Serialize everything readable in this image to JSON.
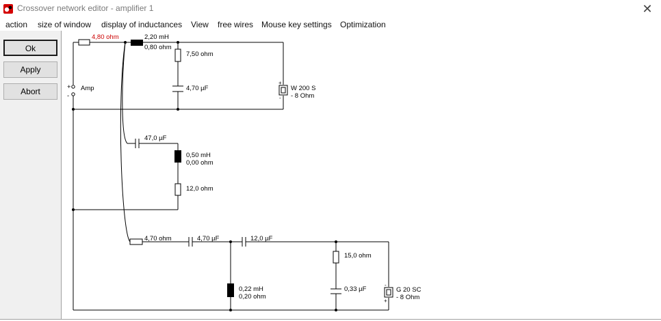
{
  "window": {
    "title": "Crossover network editor - amplifier 1",
    "close_glyph": "✕"
  },
  "menu": [
    "action",
    "size of window",
    "display of inductances",
    "View",
    "free wires",
    "Mouse key settings",
    "Optimization"
  ],
  "buttons": {
    "ok": "Ok",
    "apply": "Apply",
    "abort": "Abort"
  },
  "circuit": {
    "amp": {
      "label": "Amp",
      "plus": "+",
      "minus": "-"
    },
    "r_series": "4,80 ohm",
    "woofer_branch": {
      "l1_value": "2,20 mH",
      "l1_res": "0,80 ohm",
      "r": "7,50 ohm",
      "c": "4,70 µF",
      "speaker_name": "W 200 S",
      "speaker_imp": "- 8 Ohm",
      "sp_plus": "+",
      "sp_minus": "-"
    },
    "notch": {
      "c": "47,0 µF",
      "l_value": "0,50 mH",
      "l_res": "0,00 ohm",
      "r": "12,0 ohm"
    },
    "tweeter_branch": {
      "r": "4,70 ohm",
      "c1": "4,70 µF",
      "c2": "12,0 µF",
      "l_value": "0,22 mH",
      "l_res": "0,20 ohm",
      "r2": "15,0 ohm",
      "c3": "0,33 µF",
      "speaker_name": "G 20 SC",
      "speaker_imp": "- 8 Ohm",
      "sp_plus": "+",
      "sp_minus": "-"
    },
    "colors": {
      "wire": "#000000",
      "highlight": "#cc0000"
    }
  }
}
